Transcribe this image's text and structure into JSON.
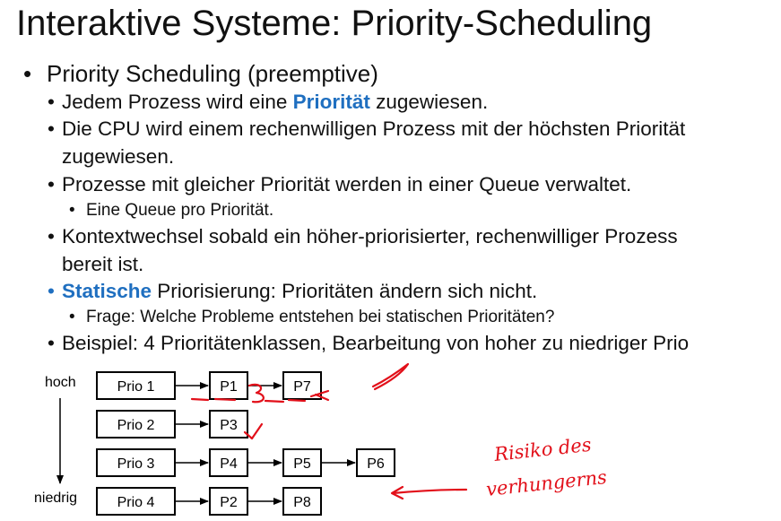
{
  "slide": {
    "title": "Interaktive Systeme: Priority-Scheduling",
    "main_bullet": "Priority Scheduling (preemptive)",
    "items": [
      {
        "pre": "Jedem Prozess wird eine ",
        "highlight": "Priorität",
        "post": " zugewiesen."
      },
      {
        "line1": "Die CPU wird einem rechenwilligen Prozess mit der höchsten Priorität",
        "line2": "zugewiesen."
      },
      {
        "text": "Prozesse mit gleicher Priorität werden in einer Queue verwaltet.",
        "sub": "Eine Queue pro Priorität."
      },
      {
        "line1": "Kontextwechsel sobald ein höher-priorisierter, rechenwilliger Prozess",
        "line2": "bereit ist."
      },
      {
        "highlight": "Statische",
        "post": " Priorisierung: Prioritäten ändern sich nicht.",
        "sub": "Frage: Welche Probleme entstehen bei statischen Prioritäten?"
      },
      {
        "text": "Beispiel: 4 Prioritätenklassen, Bearbeitung von hoher zu niedriger Prio"
      }
    ]
  },
  "diagram": {
    "axis_top": "hoch",
    "axis_bottom": "niedrig",
    "queues": [
      {
        "label": "Prio 1",
        "processes": [
          "P1",
          "P7"
        ]
      },
      {
        "label": "Prio 2",
        "processes": [
          "P3"
        ]
      },
      {
        "label": "Prio 3",
        "processes": [
          "P4",
          "P5",
          "P6"
        ]
      },
      {
        "label": "Prio 4",
        "processes": [
          "P2",
          "P8"
        ]
      }
    ]
  },
  "annotation": {
    "handwritten_line1": "Risiko des",
    "handwritten_line2": "verhungerns",
    "ink_color": "#e2101a"
  },
  "colors": {
    "accent": "#1f6fc0",
    "ink": "#e2101a"
  }
}
